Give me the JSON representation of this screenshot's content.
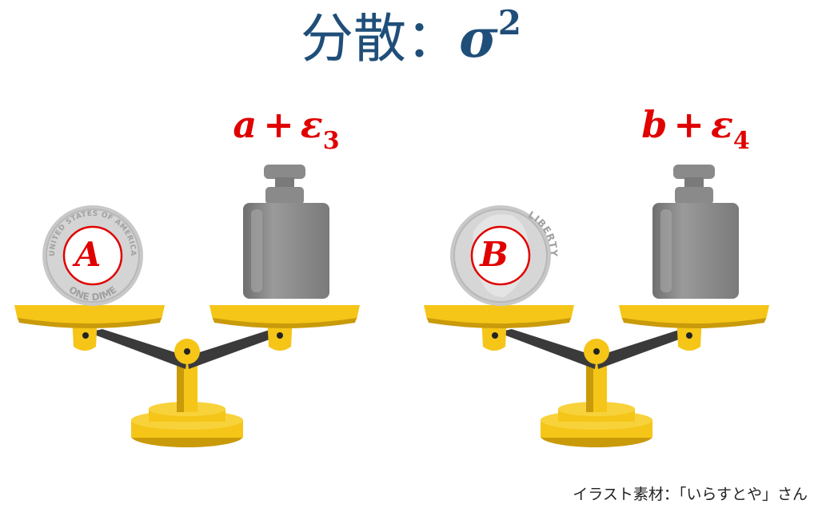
{
  "title": {
    "text": "分散：",
    "symbol": "σ",
    "exponent": "2"
  },
  "left_scale": {
    "formula": {
      "variable": "a",
      "operator": "+",
      "error_symbol": "ε",
      "subscript": "3"
    },
    "coin": {
      "label": "A",
      "engraving_top": "UNITED STATES OF AMERICA",
      "engraving_bottom": "ONE DIME"
    }
  },
  "right_scale": {
    "formula": {
      "variable": "b",
      "operator": "+",
      "error_symbol": "ε",
      "subscript": "4"
    },
    "coin": {
      "label": "B",
      "engraving": "LIBERTY"
    }
  },
  "credit": "イラスト素材：「いらすとや」さん",
  "colors": {
    "title": "#1f4e79",
    "formula": "#e00000",
    "scale_yellow": "#f5c518",
    "scale_shadow": "#c99a0a",
    "arm": "#3a3a3a",
    "weight_gray": "#8c8c8c",
    "coin_silver": "#c8c8c8"
  }
}
